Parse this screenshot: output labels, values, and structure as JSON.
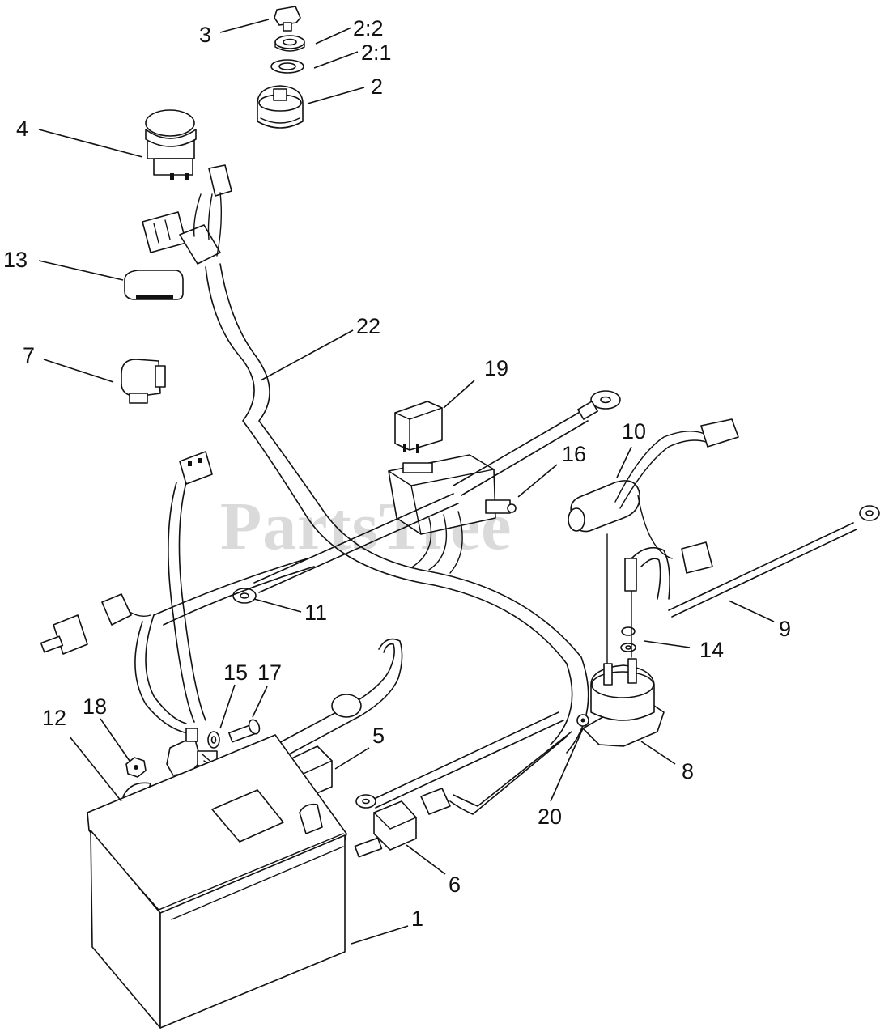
{
  "watermark": {
    "text": "PartsTree",
    "trademark": "™"
  },
  "callouts": [
    {
      "id": "c-3",
      "label": "3"
    },
    {
      "id": "c-2-2",
      "label": "2:2"
    },
    {
      "id": "c-2-1",
      "label": "2:1"
    },
    {
      "id": "c-2",
      "label": "2"
    },
    {
      "id": "c-4",
      "label": "4"
    },
    {
      "id": "c-13",
      "label": "13"
    },
    {
      "id": "c-22",
      "label": "22"
    },
    {
      "id": "c-7",
      "label": "7"
    },
    {
      "id": "c-19",
      "label": "19"
    },
    {
      "id": "c-10",
      "label": "10"
    },
    {
      "id": "c-16",
      "label": "16"
    },
    {
      "id": "c-11",
      "label": "11"
    },
    {
      "id": "c-9",
      "label": "9"
    },
    {
      "id": "c-14",
      "label": "14"
    },
    {
      "id": "c-15",
      "label": "15"
    },
    {
      "id": "c-17",
      "label": "17"
    },
    {
      "id": "c-18",
      "label": "18"
    },
    {
      "id": "c-12",
      "label": "12"
    },
    {
      "id": "c-5",
      "label": "5"
    },
    {
      "id": "c-8",
      "label": "8"
    },
    {
      "id": "c-20",
      "label": "20"
    },
    {
      "id": "c-6",
      "label": "6"
    },
    {
      "id": "c-1",
      "label": "1"
    }
  ]
}
